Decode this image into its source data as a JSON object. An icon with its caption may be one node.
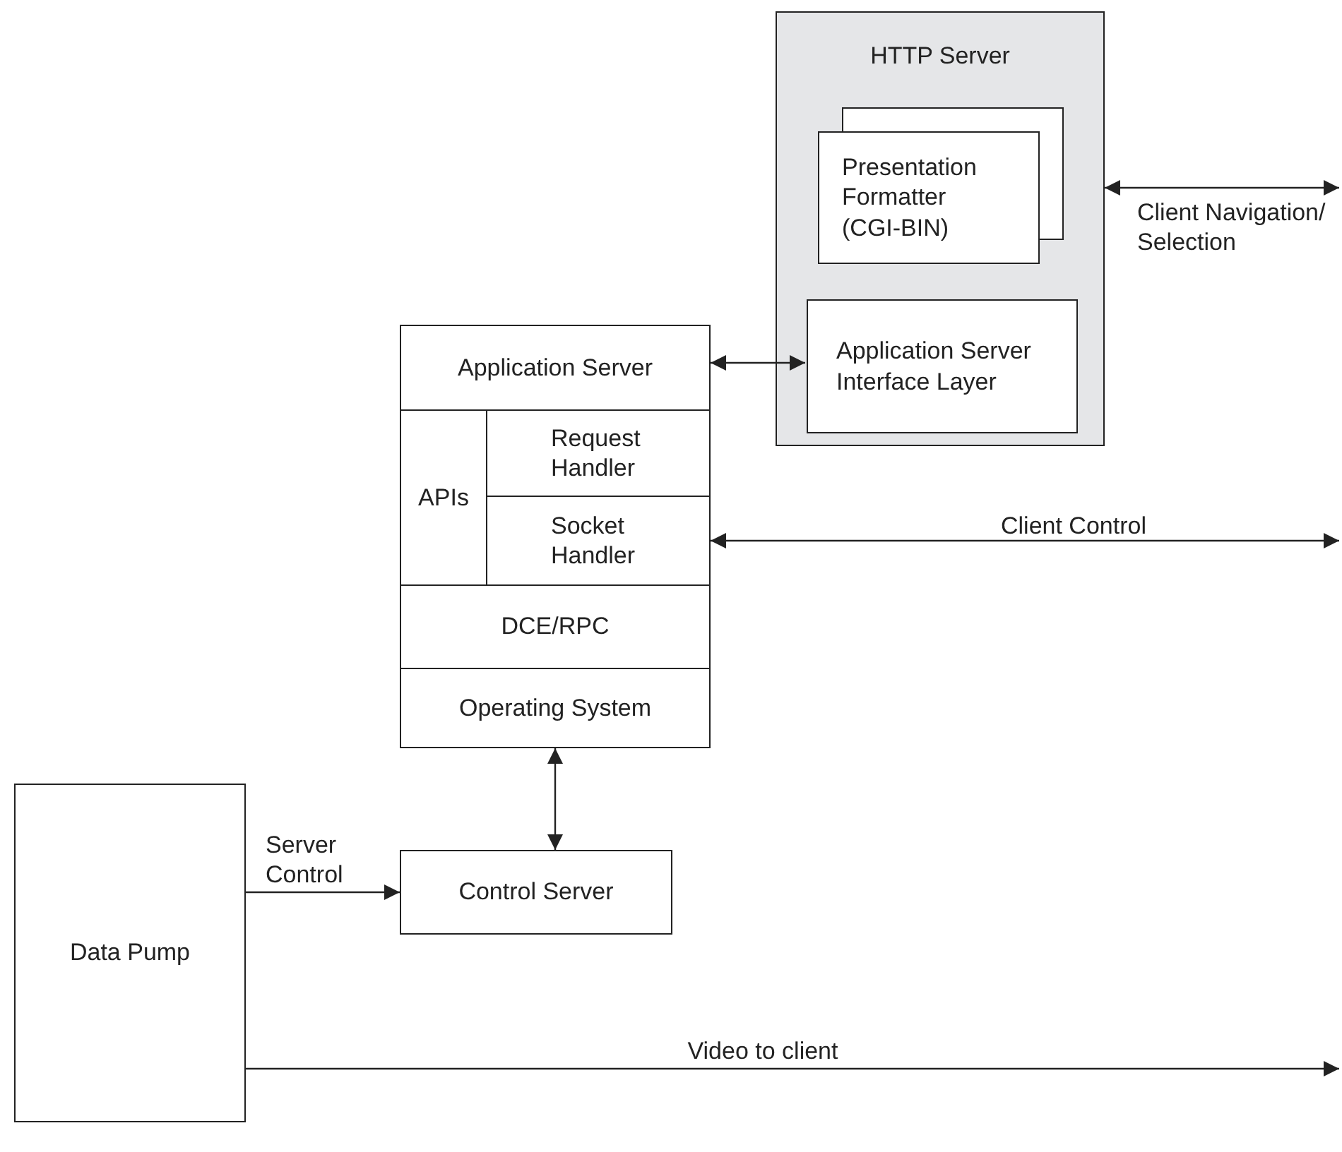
{
  "diagram": {
    "nodes": [
      {
        "text": [
          "HTTP Server"
        ]
      },
      {
        "text": [
          "Presentation Formatter (CGI-BIN)"
        ],
        "in": 0
      },
      {
        "text": [
          "Application Server Interface Layer"
        ],
        "in": 0
      },
      {
        "text": [
          "Application Server"
        ]
      },
      {
        "text": [
          "APIs"
        ]
      },
      {
        "text": [
          "Request Handler"
        ]
      },
      {
        "text": [
          "Socket Handler"
        ]
      },
      {
        "text": [
          "DCE/RPC"
        ]
      },
      {
        "text": [
          "Operating System"
        ]
      },
      {
        "text": [
          "Control Server"
        ]
      },
      {
        "text": [
          "Data Pump"
        ]
      }
    ],
    "edges": [
      {
        "from": 0,
        "to": null,
        "arrow": "both",
        "label": "Client Navigation/ Selection"
      },
      {
        "from": 3,
        "to": 2,
        "arrow": "both"
      },
      {
        "from": 6,
        "to": null,
        "arrow": "both",
        "label": "Client Control"
      },
      {
        "from": 8,
        "to": 9,
        "arrow": "both"
      },
      {
        "from": 10,
        "to": 9,
        "arrow": "to",
        "label": "Server Control"
      },
      {
        "from": 10,
        "to": null,
        "arrow": "to",
        "label": "Video to client"
      }
    ]
  }
}
